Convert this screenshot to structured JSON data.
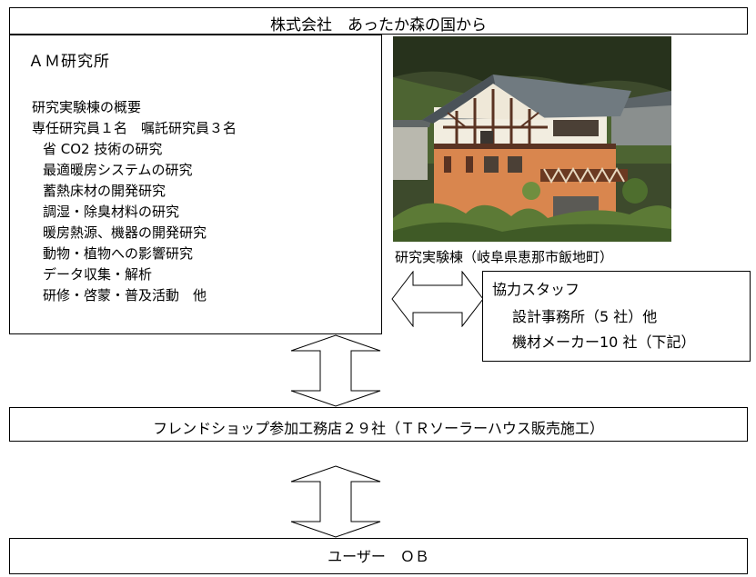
{
  "company": {
    "title": "株式会社　あったか森の国から"
  },
  "lab": {
    "name": "ＡＭ研究所",
    "overview_heading": "研究実験棟の概要",
    "staff_line": "専任研究員１名　嘱託研究員３名",
    "research_items": [
      "省 CO2 技術の研究",
      "最適暖房システムの研究",
      "蓄熱床材の開発研究",
      "調湿・除臭材料の研究",
      "暖房熱源、機器の開発研究",
      "動物・植物への影響研究",
      "データ収集・解析",
      "研修・啓蒙・普及活動　他"
    ]
  },
  "photo": {
    "caption": "研究実験棟（岐阜県恵那市飯地町）"
  },
  "cooperation": {
    "title": "協力スタッフ",
    "lines": [
      "設計事務所（5 社）他",
      "機材メーカー10 社（下記）"
    ]
  },
  "friend_shops": {
    "label": "フレンドショップ参加工務店２９社（ＴＲソーラーハウス販売施工）"
  },
  "users": {
    "label": "ユーザー　ＯＢ"
  },
  "colors": {
    "line": "#000000",
    "background": "#ffffff"
  }
}
